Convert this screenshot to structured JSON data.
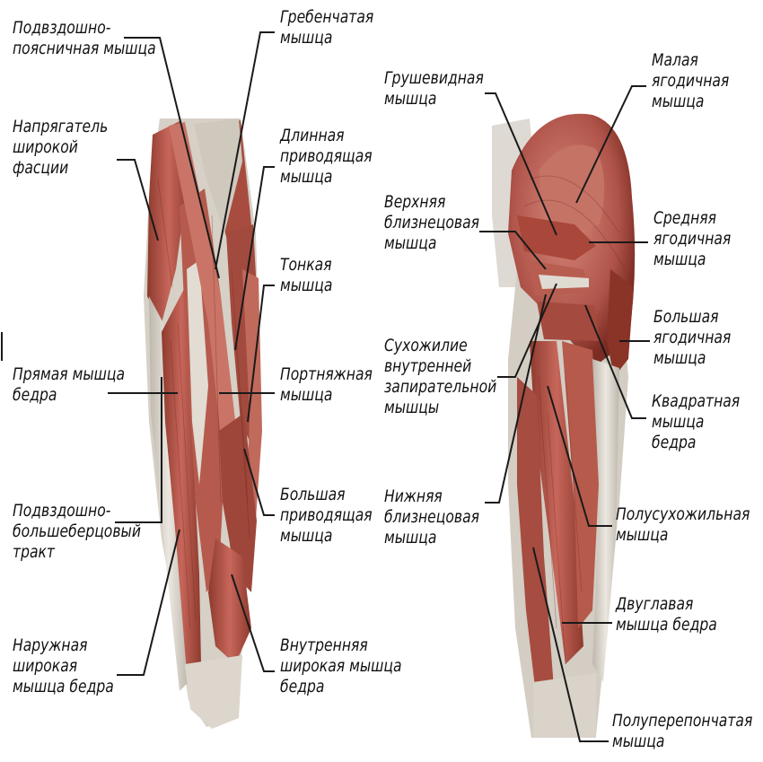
{
  "labels": {
    "iliopsoas": "Подвздошно-\nпоясничная мышца",
    "tensor_fasciae_latae": "Напрягатель\nширокой\nфасции",
    "rectus_femoris": "Прямая мышца\nбедра",
    "iliotibial_tract": "Подвздошно-\nбольшеберцовый\nтракт",
    "vastus_lateralis": "Наружная\nширокая\nмышца бедра",
    "pectineus": "Гребенчатая\nмышца",
    "adductor_longus": "Длинная\nприводящая\nмышца",
    "gracilis": "Тонкая\nмышца",
    "sartorius": "Портняжная\nмышца",
    "adductor_magnus": "Большая\nприводящая\nмышца",
    "vastus_medialis": "Внутренняя\nширокая мышца\nбедра",
    "piriformis": "Грушевидная\nмышца",
    "gemellus_superior": "Верхняя\nблизнецовая\nмышца",
    "obturator_internus_tendon": "Сухожилие\nвнутренней\nзапирательной\nмышцы",
    "gemellus_inferior": "Нижняя\nблизнецовая\nмышца",
    "gluteus_minimus": "Малая\nягодичная\nмышца",
    "gluteus_medius": "Средняя\nягодичная\nмышца",
    "gluteus_maximus": "Большая\nягодичная\nмышца",
    "quadratus_femoris": "Квадратная\nмышца\nбедра",
    "semitendinosus": "Полусухожильная\nмышца",
    "biceps_femoris": "Двуглавая\nмышца бедра",
    "semimembranosus": "Полуперепончатая\nмышца"
  },
  "colors": {
    "muscle": "#b5564a",
    "muscle_dark": "#7e2c22",
    "muscle_light": "#d58a7c",
    "tendon": "#d9d4cc",
    "bone": "#e8e3da",
    "line": "#1a1a1a"
  }
}
